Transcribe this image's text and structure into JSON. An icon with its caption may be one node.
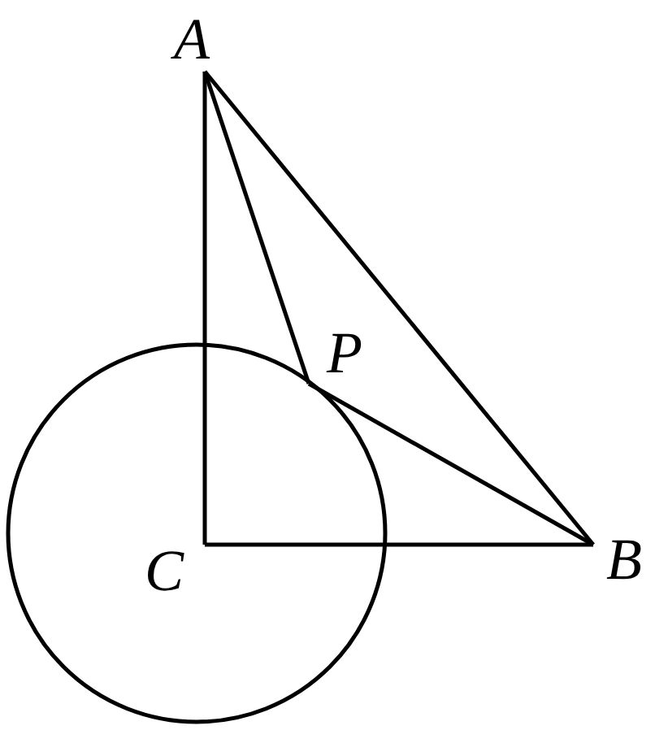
{
  "diagram": {
    "nodes": [
      {
        "text": [
          "A"
        ]
      },
      {
        "text": [
          "P"
        ]
      },
      {
        "text": [
          "C"
        ]
      },
      {
        "text": [
          "B"
        ]
      }
    ],
    "edges": [
      {
        "from": 0,
        "to": 2,
        "arrow": "none"
      },
      {
        "from": 0,
        "to": 3,
        "arrow": "none"
      },
      {
        "from": 0,
        "to": 1,
        "arrow": "none"
      },
      {
        "from": 1,
        "to": 3,
        "arrow": "none"
      },
      {
        "from": 2,
        "to": 3,
        "arrow": "none"
      }
    ]
  }
}
